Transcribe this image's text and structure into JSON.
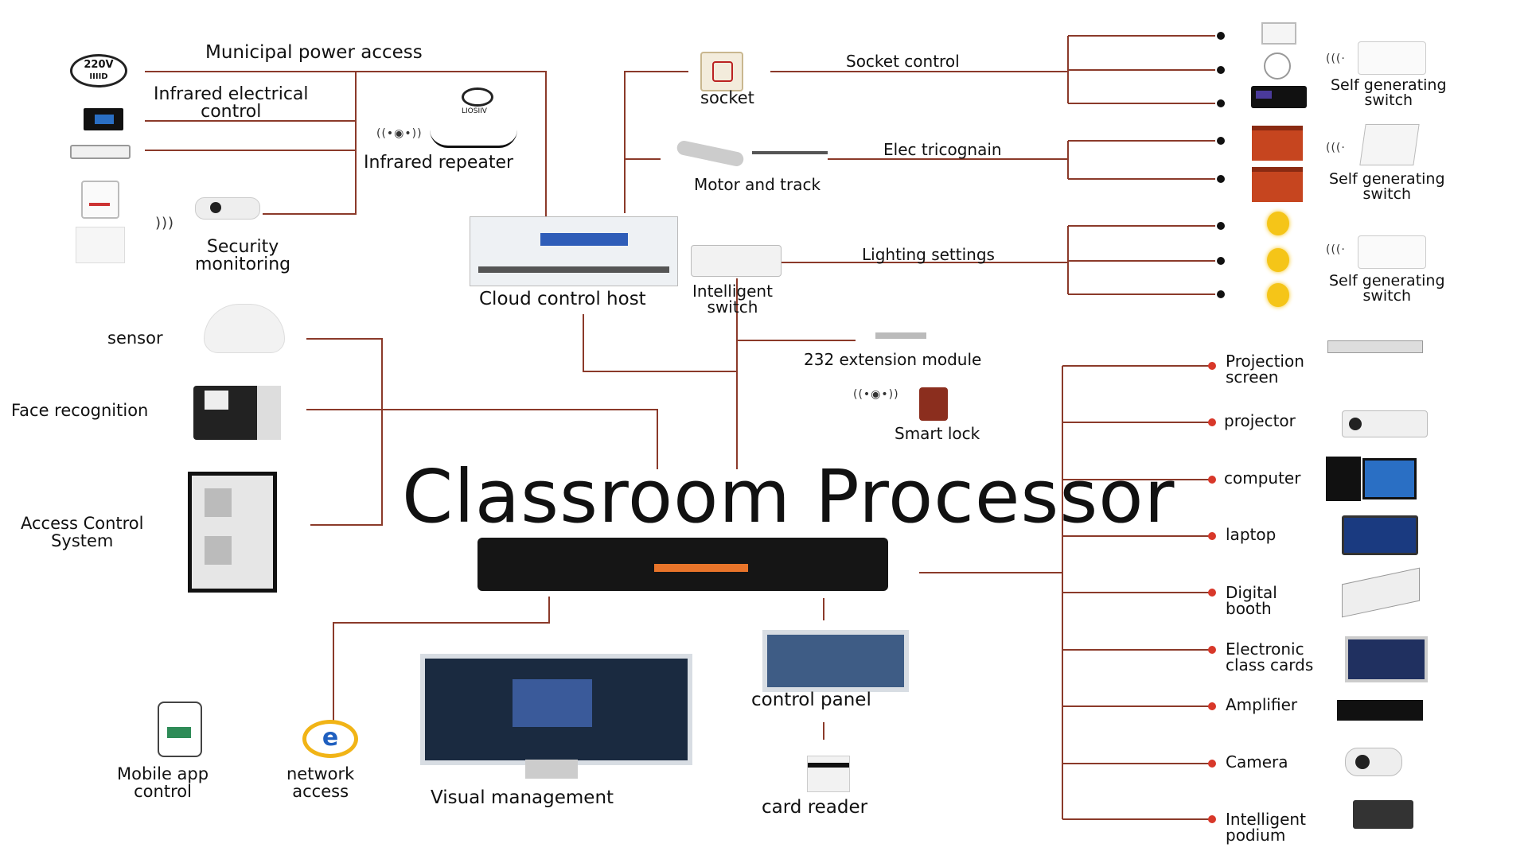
{
  "title": "Classroom Processor",
  "colors": {
    "wire": "#8b3a2a",
    "text": "#111111",
    "accent_red": "#d8382a",
    "processor_display": "#e8742a"
  },
  "left_power": {
    "municipal": "Municipal power access",
    "infrared_control": "Infrared electrical\ncontrol",
    "infrared_repeater": "Infrared repeater",
    "security": "Security\nmonitoring",
    "badge_220v": "220V",
    "badge_sub": "IIIID",
    "repeater_sub": "LIOSIIV"
  },
  "cloud_host": "Cloud control host",
  "top_middle": {
    "socket": "socket",
    "socket_control": "Socket control",
    "motor_track": "Motor and track",
    "electric_curtain": "Elec tricognain",
    "intelligent_switch": "Intelligent\nswitch",
    "lighting": "Lighting settings",
    "extension": "232 extension module",
    "smart_lock": "Smart lock"
  },
  "self_switches": [
    "Self generating\nswitch",
    "Self generating\nswitch",
    "Self generating\nswitch"
  ],
  "left_inputs": {
    "sensor": "sensor",
    "face": "Face recognition",
    "access": "Access Control\nSystem"
  },
  "bottom": {
    "mobile": "Mobile app\ncontrol",
    "network": "network\naccess",
    "visual": "Visual management",
    "control_panel": "control panel",
    "card_reader": "card reader"
  },
  "right_outputs": [
    "Projection\nscreen",
    "projector",
    "computer",
    "laptop",
    "Digital\nbooth",
    "Electronic\nclass cards",
    "Amplifier",
    "Camera",
    "Intelligent\npodium"
  ],
  "icons": [
    "badge-220v-icon",
    "tv-icon",
    "ac-unit-icon",
    "wall-panel-icon",
    "fridge-icon",
    "ir-repeater-icon",
    "security-camera-icon",
    "socket-icon",
    "motor-track-icon",
    "cloud-host-icon",
    "switch-icon",
    "curtain-icon",
    "bulb-icon",
    "lamp-icon",
    "printer-icon",
    "sensor-icon",
    "face-terminal-icon",
    "access-door-icon",
    "processor-icon",
    "phone-icon",
    "ie-browser-icon",
    "monitor-icon",
    "control-panel-icon",
    "card-reader-icon",
    "smart-lock-icon",
    "projection-screen-icon",
    "projector-icon",
    "desktop-computer-icon",
    "laptop-icon",
    "digital-booth-icon",
    "class-card-icon",
    "amplifier-icon",
    "camera-icon",
    "podium-icon"
  ]
}
